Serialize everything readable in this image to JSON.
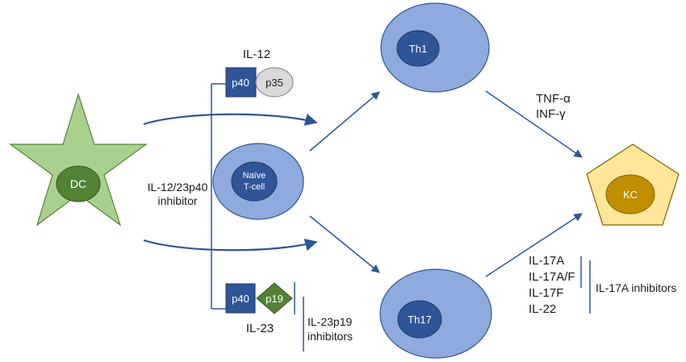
{
  "cells": {
    "dc": "DC",
    "naive_line1": "Naïve",
    "naive_line2": "T-cell",
    "th1": "Th1",
    "th17": "Th17",
    "kc": "KC"
  },
  "cytokines": {
    "il12_title": "IL-12",
    "il12_p40": "p40",
    "il12_p35": "p35",
    "il23_title": "IL-23",
    "il23_p40": "p40",
    "il23_p19": "p19",
    "tnf": "TNF-α",
    "inf": "INF-γ",
    "il17_list": [
      "IL-17A",
      "IL-17A/F",
      "IL-17F",
      "IL-22"
    ]
  },
  "inhibitors": {
    "p40_line1": "IL-12/23p40",
    "p40_line2": "inhibitor",
    "p19_line1": "IL-23p19",
    "p19_line2": "inhibitors",
    "il17": "IL-17A inhibitors"
  },
  "colors": {
    "dc_fill": "#a9d18e",
    "dc_nucleus": "#548235",
    "tcell_outer": "#8faadc",
    "tcell_nucleus": "#2f5597",
    "kc_fill": "#ffe699",
    "kc_nucleus": "#bf8f00",
    "p40_box": "#2f5597",
    "p35_circle": "#d9d9d9",
    "p19_diamond": "#548235",
    "arrow": "#2f5597"
  }
}
